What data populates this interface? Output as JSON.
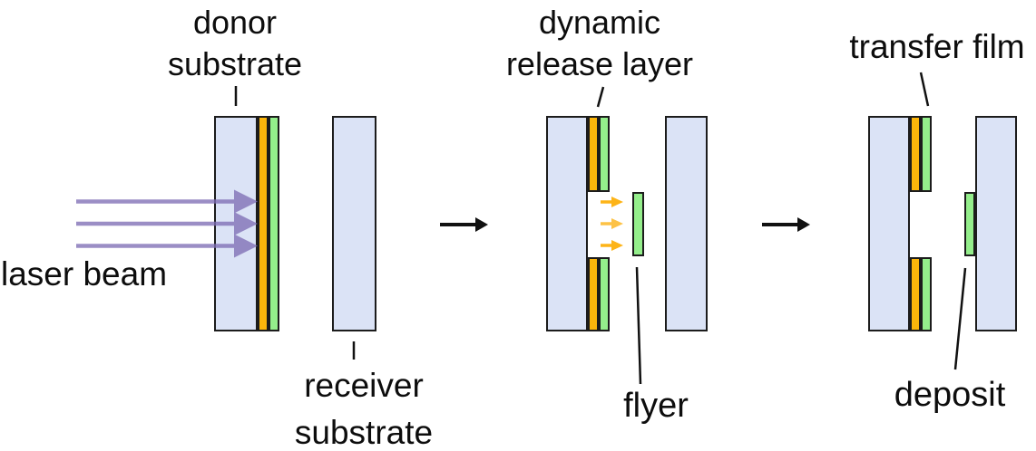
{
  "colors": {
    "background": "#ffffff",
    "substrate_blue": "#dbe3f6",
    "release_layer_orange": "#fcb60b",
    "film_green": "#94ee8b",
    "outline_black": "#1c1c1c",
    "laser_purple": "#7f6fb5",
    "ejection_orange": "#fdb418",
    "line_black": "#111111"
  },
  "labels": {
    "donor_substrate": [
      "donor",
      "substrate"
    ],
    "laser_beam": "laser beam",
    "receiver_substrate": [
      "receiver",
      "substrate"
    ],
    "dynamic_release_layer": [
      "dynamic",
      "release layer"
    ],
    "flyer": "flyer",
    "transfer_film": "transfer film",
    "deposit": "deposit"
  }
}
